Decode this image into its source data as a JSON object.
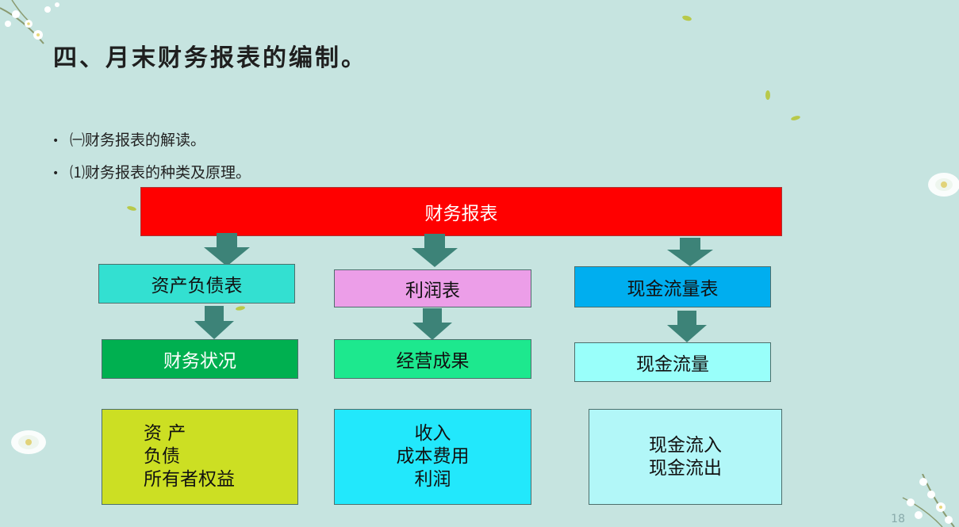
{
  "slide": {
    "title": "四、月末财务报表的编制。",
    "bullets": [
      "㈠财务报表的解读。",
      "⑴财务报表的种类及原理。"
    ],
    "page_number": "18"
  },
  "diagram": {
    "root": "财务报表",
    "columns": [
      {
        "report": "资产负债表",
        "result": "财务状况",
        "items": [
          "资 产",
          "负债",
          "所有者权益"
        ]
      },
      {
        "report": "利润表",
        "result": "经营成果",
        "items": [
          "收入",
          "成本费用",
          "利润"
        ]
      },
      {
        "report": "现金流量表",
        "result": "现金流量",
        "items": [
          "现金流入",
          "现金流出"
        ]
      }
    ]
  },
  "colors": {
    "background": "#c6e4e0",
    "root_box": "#ff0000",
    "arrow": "#3d8378",
    "balance_sheet": "#33e0d1",
    "income_statement": "#ec9ee8",
    "cash_flow_statement": "#00aeef",
    "financial_position": "#00b050",
    "operating_results": "#1de88e",
    "cash_flow": "#99fffa",
    "assets_box": "#ccdf23",
    "income_box": "#22e8fc",
    "cashflow_items_box": "#b2f7f8"
  },
  "decorations": [
    "flower-icon",
    "leaf-icon"
  ]
}
